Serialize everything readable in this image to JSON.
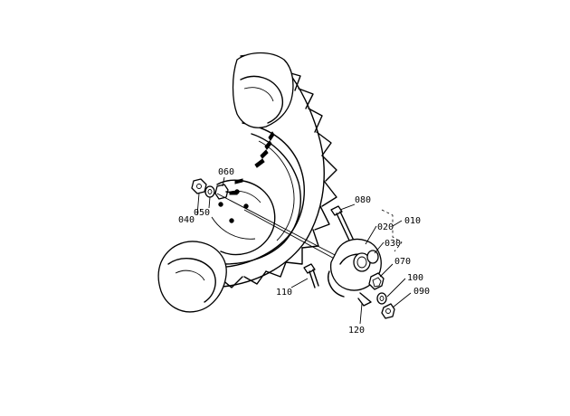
{
  "callouts": {
    "c010": "010",
    "c020": "020",
    "c030": "030",
    "c040": "040",
    "c050": "050",
    "c060": "060",
    "c070": "070",
    "c080": "080",
    "c090": "090",
    "c100": "100",
    "c110": "110",
    "c120": "120"
  }
}
